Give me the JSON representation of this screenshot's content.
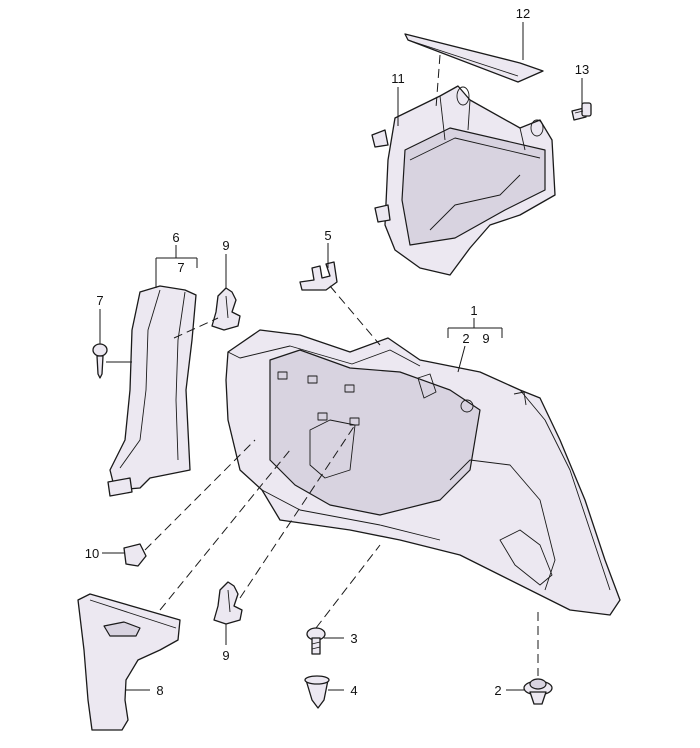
{
  "diagram": {
    "callouts": {
      "c1": "1",
      "c2a": "2",
      "c9a": "9",
      "c2": "2",
      "c3": "3",
      "c4": "4",
      "c5": "5",
      "c6": "6",
      "c7a": "7",
      "c7": "7",
      "c8": "8",
      "c9b": "9",
      "c9c": "9",
      "c10": "10",
      "c11": "11",
      "c12": "12",
      "c13": "13"
    }
  }
}
